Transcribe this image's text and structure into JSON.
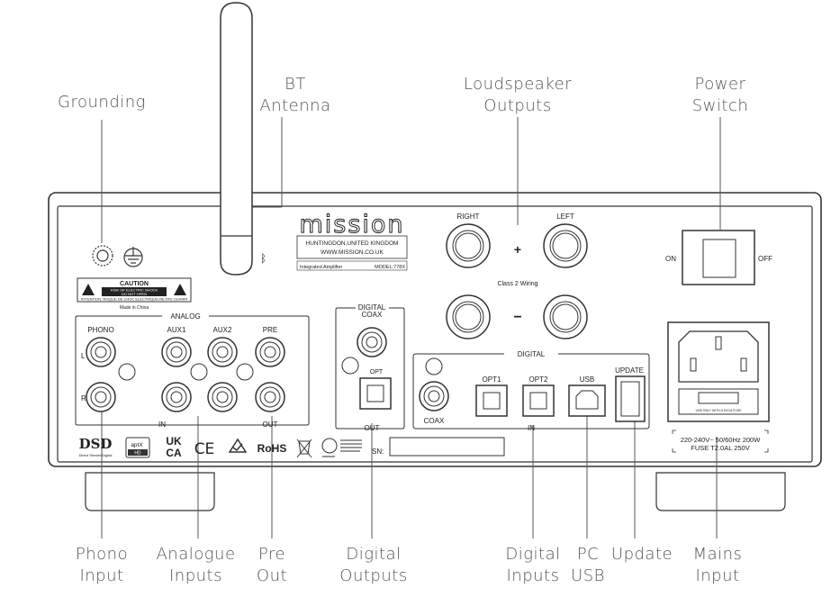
{
  "callouts": {
    "grounding": "Grounding",
    "bt_antenna": [
      "BT",
      "Antenna"
    ],
    "loudspeaker_outputs": [
      "Loudspeaker",
      "Outputs"
    ],
    "power_switch": [
      "Power",
      "Switch"
    ],
    "phono_input": [
      "Phono",
      "Input"
    ],
    "analogue_inputs": [
      "Analogue",
      "Inputs"
    ],
    "pre_out": [
      "Pre",
      "Out"
    ],
    "digital_outputs": [
      "Digital",
      "Outputs"
    ],
    "digital_inputs": [
      "Digital",
      "Inputs"
    ],
    "pc_usb": [
      "PC",
      "USB"
    ],
    "update": "Update",
    "mains_input": [
      "Mains",
      "Input"
    ]
  },
  "panel": {
    "brand": "mission",
    "address_line1": "HUNTINGDON,UNITED KINGDOM",
    "address_line2": "WWW.MISSION.CO.UK",
    "product": "Integrated Amplifier",
    "model": "MODEL:778X",
    "caution_title": "CAUTION",
    "caution_line1": "RISK OF ELECTRIC SHOCK",
    "caution_line2": "DO NOT OPEN",
    "caution_fr": "ATTENTION: RISQUE DE CHOC ELECTRIQUE-NE PAS OUVRIR",
    "made_in": "Made in China",
    "analog_label": "ANALOG",
    "phono": "PHONO",
    "aux1": "AUX1",
    "aux2": "AUX2",
    "pre": "PRE",
    "ch_l": "L",
    "ch_r": "R",
    "in": "IN",
    "out": "OUT",
    "digital_coax": [
      "DIGITAL",
      "COAX"
    ],
    "opt": "OPT",
    "digital_label": "DIGITAL",
    "coax": "COAX",
    "opt1": "OPT1",
    "opt2": "OPT2",
    "usb": "USB",
    "update": "UPDATE",
    "right": "RIGHT",
    "left": "LEFT",
    "plus": "+",
    "minus": "−",
    "class2": "Class 2 Wiring",
    "on": "ON",
    "off": "OFF",
    "fuse_line1": "220-240V~ 50/60Hz 200W",
    "fuse_line2": "FUSE T2.0AL 250V",
    "usb_only": "USB ONLY WITH A 5V/1A FUSE",
    "sn": "SN:",
    "dsd": "DSD",
    "dsd_sub": "Direct Stream Digital",
    "aptx": "aptX",
    "aptx_sub": "HD",
    "ukca": [
      "UK",
      "CA"
    ],
    "ce": "CE",
    "rohs": "RoHS"
  }
}
